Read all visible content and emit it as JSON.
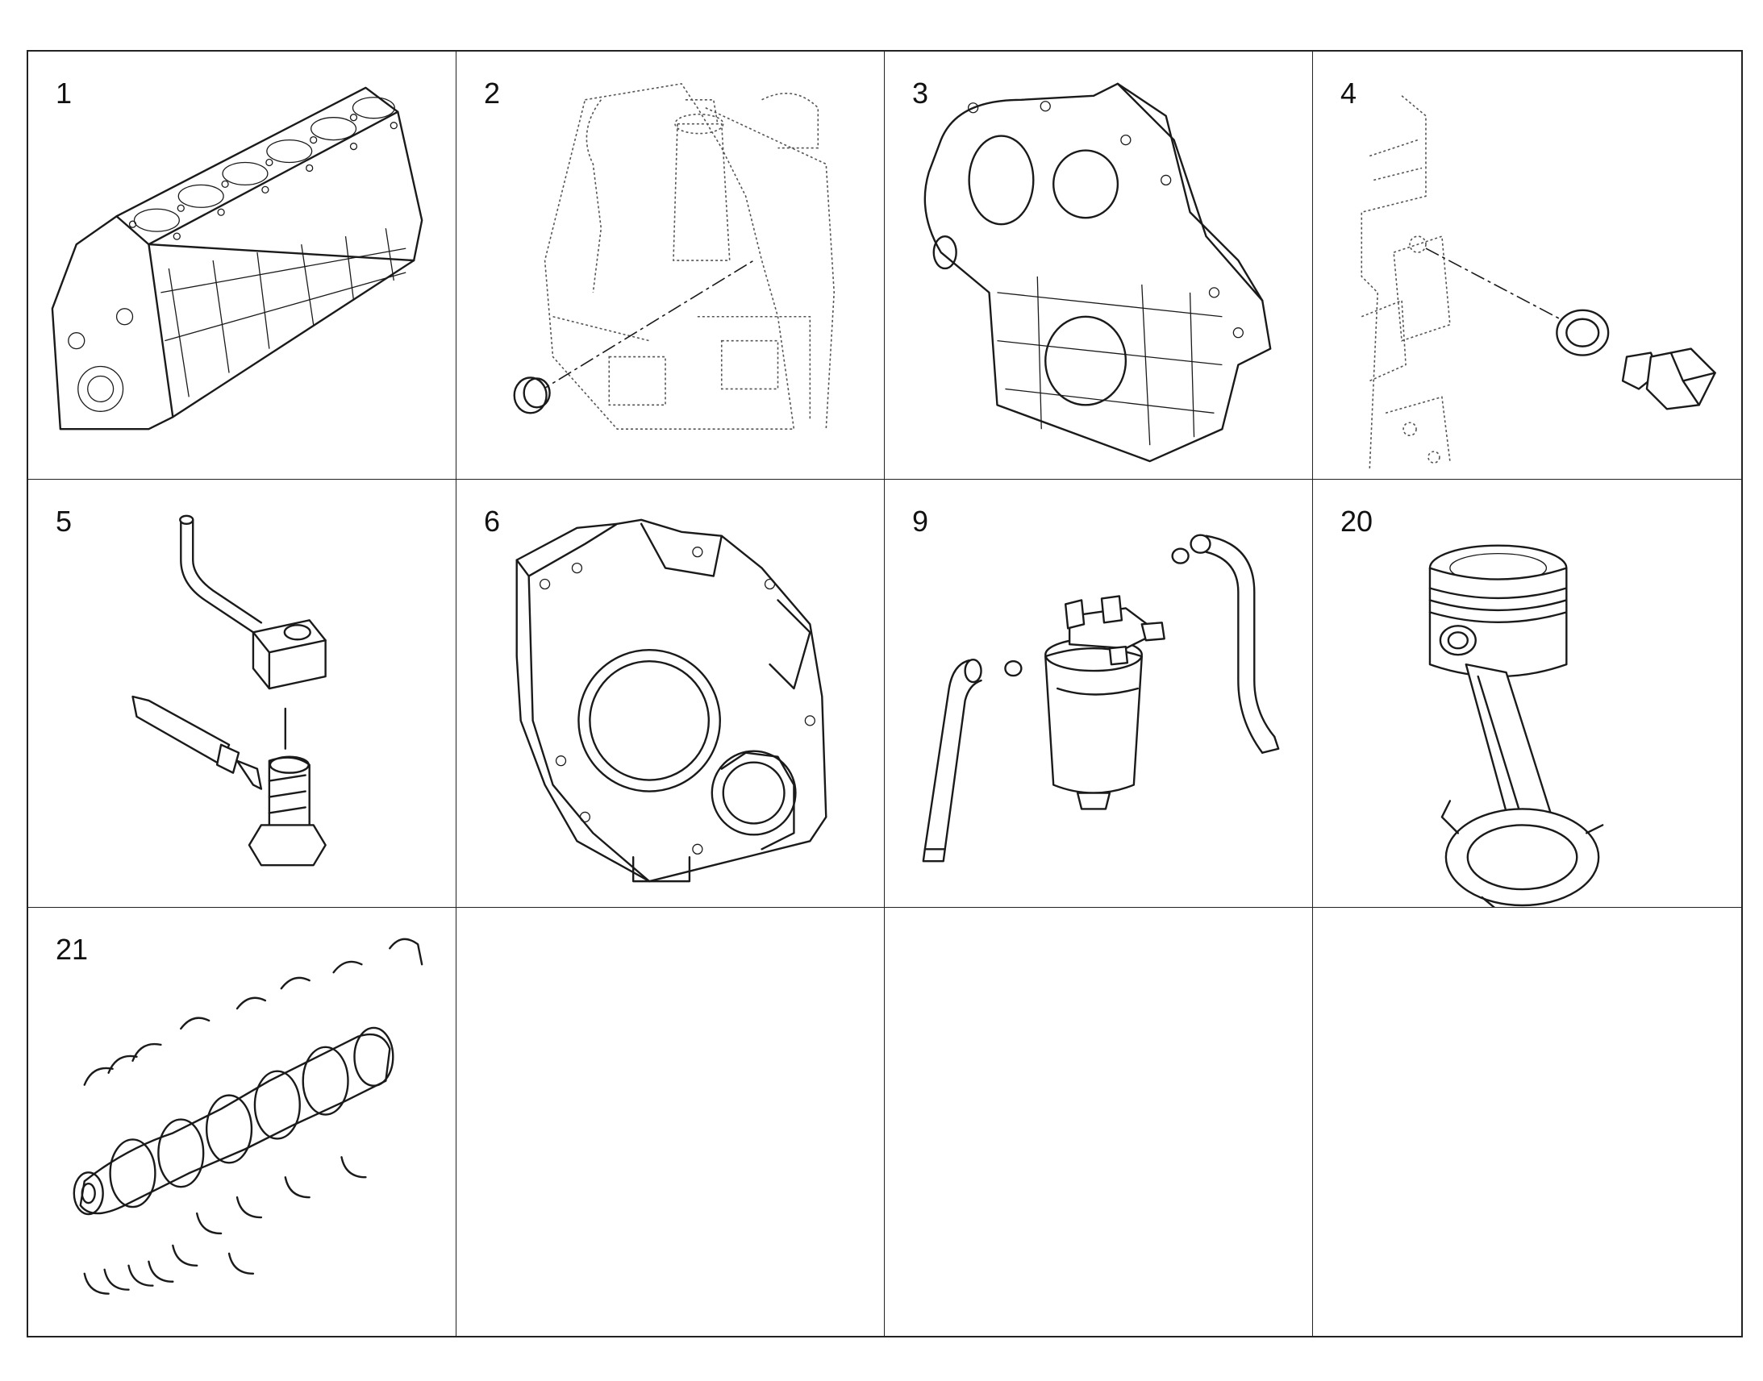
{
  "parts": [
    {
      "id": "cell-1",
      "number": "1",
      "icon": "engine-block-icon"
    },
    {
      "id": "cell-2",
      "number": "2",
      "icon": "oil-filter-seal-icon"
    },
    {
      "id": "cell-3",
      "number": "3",
      "icon": "timing-gear-cover-icon"
    },
    {
      "id": "cell-4",
      "number": "4",
      "icon": "drain-plug-icon"
    },
    {
      "id": "cell-5",
      "number": "5",
      "icon": "piston-cooling-nozzle-icon"
    },
    {
      "id": "cell-6",
      "number": "6",
      "icon": "flywheel-housing-icon"
    },
    {
      "id": "cell-7",
      "number": "9",
      "icon": "fuel-filter-hoses-icon"
    },
    {
      "id": "cell-8",
      "number": "20",
      "icon": "piston-connecting-rod-icon"
    },
    {
      "id": "cell-9",
      "number": "21",
      "icon": "crankshaft-bearings-icon"
    },
    {
      "id": "cell-10",
      "number": "",
      "icon": ""
    },
    {
      "id": "cell-11",
      "number": "",
      "icon": ""
    },
    {
      "id": "cell-12",
      "number": "",
      "icon": ""
    }
  ]
}
